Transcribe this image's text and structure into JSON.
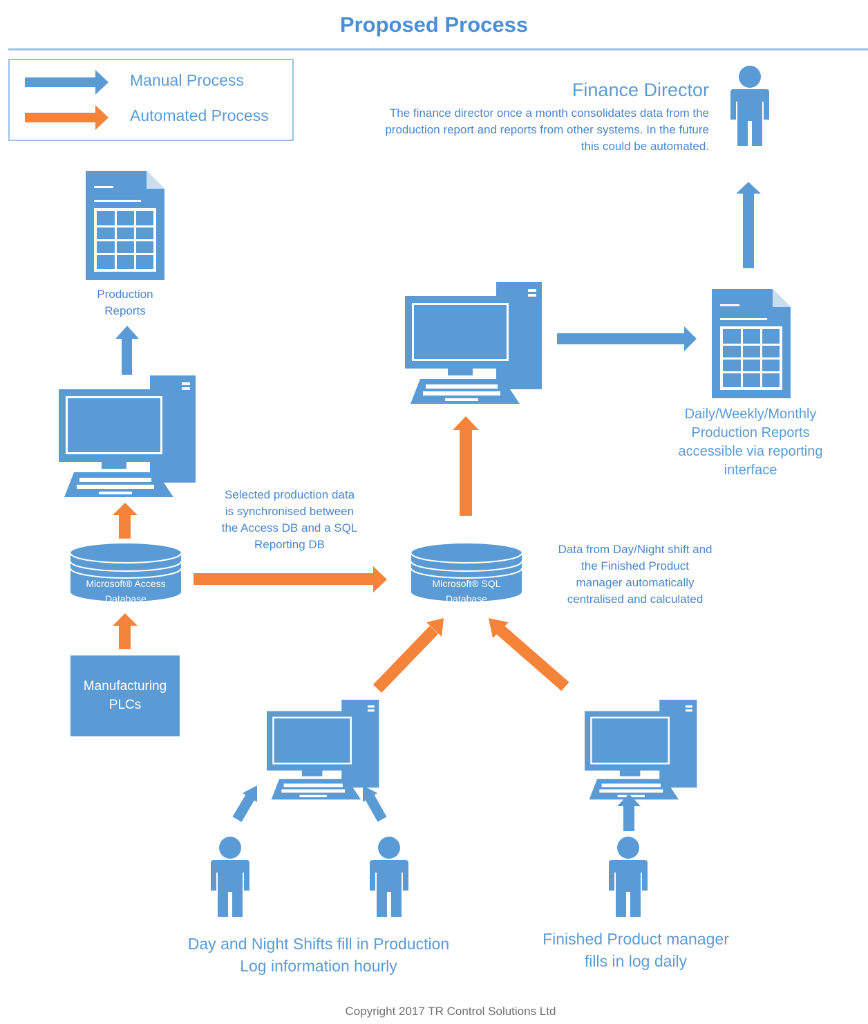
{
  "title": "Proposed Process",
  "legend": {
    "manual": "Manual Process",
    "automated": "Automated Process"
  },
  "colors": {
    "manual": "#5b9bd5",
    "automated": "#f5843a",
    "primary_shape": "#5b9bd5",
    "text": "#5b9bd5"
  },
  "finance": {
    "title": "Finance Director",
    "description": "The finance director once a month consolidates data from the production report and reports from other systems. In the future this could be automated."
  },
  "production_reports": "Production Reports",
  "daily_reports": "Daily/Weekly/Monthly Production Reports accessible via reporting interface",
  "sync_note": "Selected production data is synchronised between the Access DB and a SQL Reporting DB",
  "central_note": "Data from Day/Night shift and the Finished Product manager automatically centralised and calculated",
  "access_db": {
    "brand": "Microsoft® Access",
    "label": "Database"
  },
  "sql_db": {
    "brand": "Microsoft® SQL",
    "label": "Database"
  },
  "plcs": "Manufacturing PLCs",
  "shifts_note": "Day and Night Shifts fill in Production Log information hourly",
  "manager_note": "Finished Product manager fills in log daily",
  "copyright": "Copyright 2017 TR Control Solutions Ltd",
  "icons": [
    "computer-icon",
    "document-icon",
    "database-icon",
    "person-icon",
    "arrow-icon"
  ]
}
